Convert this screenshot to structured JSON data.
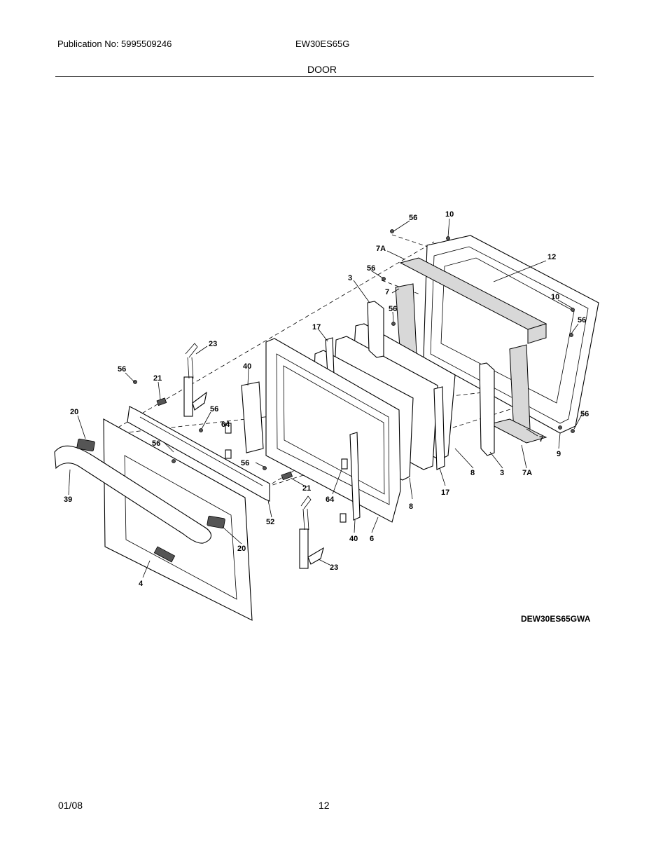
{
  "header": {
    "publication": "Publication No: 5995509246",
    "model": "EW30ES65G",
    "section": "DOOR"
  },
  "diagram": {
    "code": "DEW30ES65GWA",
    "callouts": [
      "56",
      "10",
      "12",
      "7A",
      "56",
      "3",
      "7",
      "56",
      "10",
      "56",
      "17",
      "23",
      "40",
      "56",
      "21",
      "56",
      "20",
      "64",
      "56",
      "56",
      "7",
      "3",
      "7A",
      "56",
      "17",
      "8",
      "8",
      "9",
      "21",
      "64",
      "52",
      "39",
      "20",
      "40",
      "6",
      "4",
      "23"
    ]
  },
  "footer": {
    "date": "01/08",
    "page": "12"
  }
}
